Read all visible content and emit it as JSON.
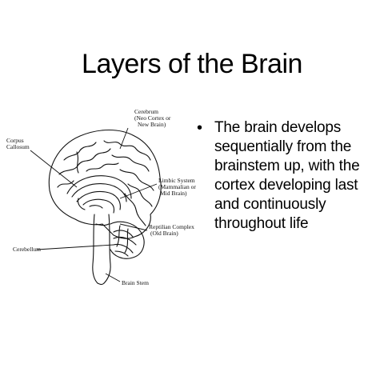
{
  "slide": {
    "title": "Layers of the Brain",
    "bullets": [
      "The brain develops sequentially from the brainstem up, with the cortex developing last and continuously throughout life"
    ],
    "bullet_symbol": "•"
  },
  "diagram": {
    "labels": {
      "cerebrum": "Cerebrum",
      "cerebrum_sub1": "(Neo Cortex or",
      "cerebrum_sub2": "New Brain)",
      "corpus1": "Corpus",
      "corpus2": "Callosum",
      "limbic1": "Limbic System",
      "limbic2": "(Mammalian or",
      "limbic3": "Mid Brain)",
      "reptilian1": "Reptilian Complex",
      "reptilian2": "(Old Brain)",
      "cerebellum": "Cerebellum",
      "brainstem": "Brain Stem"
    }
  },
  "colors": {
    "background": "#ffffff",
    "text": "#000000",
    "line": "#111111"
  }
}
